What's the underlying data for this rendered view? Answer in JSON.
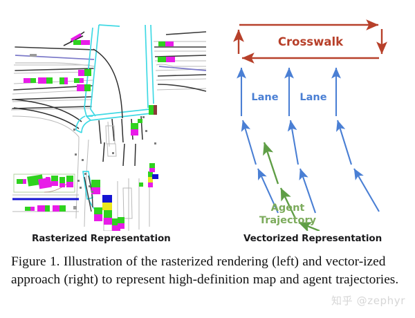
{
  "figure": {
    "panel_left_title": "Rasterized Representation",
    "panel_right_title": "Vectorized Representation",
    "caption": "Figure 1. Illustration of the rasterized rendering (left) and vector-ized approach (right) to represent high-definition map and agent trajectories.",
    "watermark": "知乎 @zephyr"
  },
  "vector_panel": {
    "crosswalk_label": "Crosswalk",
    "lane_label_1": "Lane",
    "lane_label_2": "Lane",
    "agent_label_line1": "Agent",
    "agent_label_line2": "Trajectory"
  },
  "colors": {
    "crosswalk": "#b7402a",
    "lane": "#4a7fd4",
    "lane_text": "#4a7fd4",
    "agent": "#5f9e46",
    "agent_text": "#7cab5c",
    "map_boundary": "#3fd9e4",
    "map_centerline": "#2b2b2b",
    "map_lane_thin": "#9a9a9a",
    "agent_green": "#2fd21f",
    "agent_magenta": "#e81ce8",
    "agent_blue": "#1414d2",
    "agent_yellow": "#ebe81c",
    "map_purple": "#7a78c8",
    "title_text": "#1b1b1d",
    "caption_text": "#111111",
    "watermark_text": "#d6d6d6"
  },
  "chart_data": {
    "type": "diagram",
    "title": "Rasterized vs Vectorized HD map representation",
    "panels": [
      {
        "name": "rasterized",
        "label": "Rasterized Representation",
        "description": "Top-down rendered intersection raster with colored agent boxes"
      },
      {
        "name": "vectorized",
        "label": "Vectorized Representation",
        "description": "Polyline vectors: crosswalk loop, three lane polylines, one agent trajectory polyline",
        "elements": [
          {
            "kind": "crosswalk",
            "label": "Crosswalk",
            "segments": 4,
            "color": "#b7402a"
          },
          {
            "kind": "lane",
            "label": "Lane",
            "segments": 3,
            "color": "#4a7fd4"
          },
          {
            "kind": "lane",
            "label": "Lane",
            "segments": 3,
            "color": "#4a7fd4"
          },
          {
            "kind": "lane",
            "label": "",
            "segments": 3,
            "color": "#4a7fd4"
          },
          {
            "kind": "agent_trajectory",
            "label": "Agent Trajectory",
            "segments": 3,
            "color": "#5f9e46"
          }
        ]
      }
    ]
  }
}
